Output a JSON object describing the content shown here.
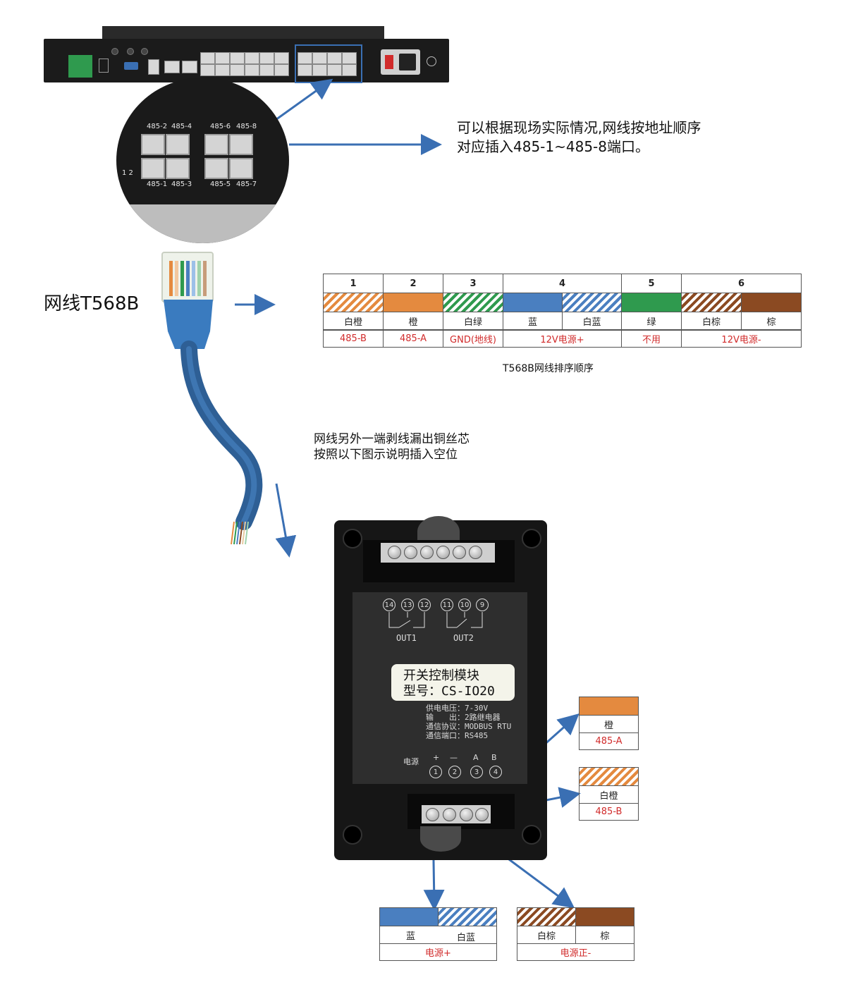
{
  "device": {
    "port_labels_top": [
      "485-2",
      "485-4",
      "485-6",
      "485-8"
    ],
    "port_labels_bottom": [
      "485-1",
      "485-3",
      "485-5",
      "485-7"
    ],
    "side_number": "1 2"
  },
  "instruction_note": [
    "可以根据现场实际情况,网线按地址顺序",
    "对应插入485-1~485-8端口。"
  ],
  "cable_title": "网线T568B",
  "wiring_table": {
    "caption": "T568B网线排序顺序",
    "groups": [
      {
        "num": "1",
        "wires": [
          {
            "name": "白橙",
            "pattern": "stripe-orange"
          }
        ],
        "function": "485-B"
      },
      {
        "num": "2",
        "wires": [
          {
            "name": "橙",
            "color": "#e48a3f"
          }
        ],
        "function": "485-A"
      },
      {
        "num": "3",
        "wires": [
          {
            "name": "白绿",
            "pattern": "stripe-green"
          }
        ],
        "function": "GND(地线)"
      },
      {
        "num": "4",
        "wires": [
          {
            "name": "蓝",
            "color": "#4a7fc0"
          },
          {
            "name": "白蓝",
            "pattern": "stripe-blue"
          }
        ],
        "function": "12V电源+"
      },
      {
        "num": "5",
        "wires": [
          {
            "name": "绿",
            "color": "#2f9a4e"
          }
        ],
        "function": "不用"
      },
      {
        "num": "6",
        "wires": [
          {
            "name": "白棕",
            "pattern": "stripe-brown"
          },
          {
            "name": "棕",
            "color": "#8b4a22"
          }
        ],
        "function": "12V电源-"
      }
    ]
  },
  "strip_note": [
    "网线另外一端剥线漏出铜丝芯",
    "按照以下图示说明插入空位"
  ],
  "module": {
    "title": "开关控制模块",
    "model": "型号：CS-IO20",
    "specs": [
      {
        "k": "供电电压：",
        "v": "7-30V"
      },
      {
        "k": "输　　出：",
        "v": "2路继电器"
      },
      {
        "k": "通信协议：",
        "v": "MODBUS RTU"
      },
      {
        "k": "通信端口：",
        "v": "RS485"
      }
    ],
    "relay_terms": [
      "14",
      "13",
      "12",
      "11",
      "10",
      "9"
    ],
    "out_labels": [
      "OUT1",
      "OUT2"
    ],
    "power_label": "电源",
    "pin_symbols": [
      "+",
      "—",
      "A",
      "B"
    ],
    "pin_numbers": [
      "1",
      "2",
      "3",
      "4"
    ]
  },
  "callouts": {
    "orange": {
      "name": "橙",
      "function": "485-A",
      "color": "#e48a3f"
    },
    "white_orange": {
      "name": "白橙",
      "function": "485-B"
    },
    "blue": {
      "names": [
        "蓝",
        "白蓝"
      ],
      "function": "电源+",
      "color": "#4a7fc0"
    },
    "brown": {
      "names": [
        "白棕",
        "棕"
      ],
      "function": "电源正-",
      "color": "#8b4a22"
    }
  },
  "colors": {
    "arrow": "#3a6fb3",
    "highlight": "#3a6fb3",
    "function_text": "#d12b2b"
  }
}
